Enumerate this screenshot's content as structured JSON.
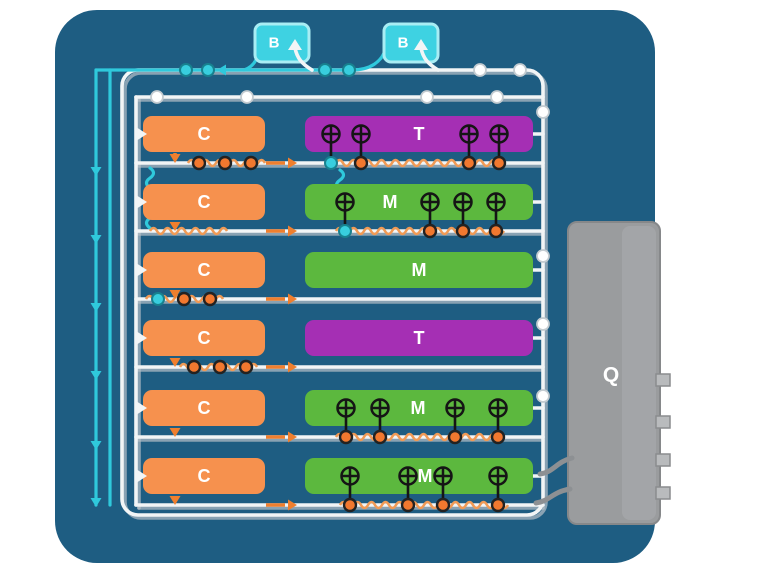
{
  "diagram": {
    "panel_color": "#1e5d82",
    "colors": {
      "block_orange": "#f6914e",
      "block_green": "#5cb83e",
      "block_purple": "#a52fb4",
      "block_cyan": "#3ed2e2",
      "block_gray": "#9a9c9e",
      "wire_cyan": "#2fc9dc",
      "wire_orange": "#ef7f2e",
      "wire_white": "#f2f5f6",
      "dot_orange": "#f1782f"
    },
    "top_blocks": [
      {
        "label": "B"
      },
      {
        "label": "B"
      }
    ],
    "side_block": {
      "label": "Q"
    },
    "rows": [
      {
        "left_label": "C",
        "right_label": "T",
        "color": "#a52fb4",
        "xor_count": 4
      },
      {
        "left_label": "C",
        "right_label": "M",
        "color": "#5cb83e",
        "xor_count": 4
      },
      {
        "left_label": "C",
        "right_label": "M",
        "color": "#5cb83e",
        "xor_count": 0
      },
      {
        "left_label": "C",
        "right_label": "T",
        "color": "#a52fb4",
        "xor_count": 0
      },
      {
        "left_label": "C",
        "right_label": "M",
        "color": "#5cb83e",
        "xor_count": 4
      },
      {
        "left_label": "C",
        "right_label": "M",
        "color": "#5cb83e",
        "xor_count": 4
      }
    ],
    "icons": {
      "xor-icon": "⊕",
      "up-arrow-icon": "↑",
      "down-arrow-icon": "↓",
      "left-arrow-icon": "←",
      "right-arrow-icon": "→",
      "wire-dot": "●"
    }
  }
}
